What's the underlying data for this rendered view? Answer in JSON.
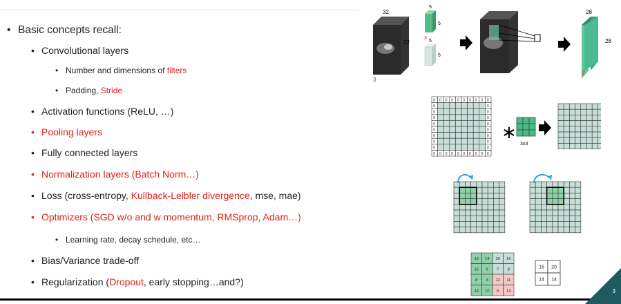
{
  "bullets": {
    "basic": "Basic concepts recall:",
    "conv": "Convolutional layers",
    "filters_prefix": "Number and dimensions of ",
    "filters_red": "filters",
    "padding_prefix": "Padding, ",
    "padding_red": "Stride",
    "activation": "Activation functions (ReLU, …)",
    "pooling": "Pooling layers",
    "fully": "Fully connected layers",
    "norm": "Normalization layers (Batch Norm…)",
    "loss_a": "Loss (cross-entropy, ",
    "loss_red": "Kullback-Leibler divergence",
    "loss_b": ", mse, mae)",
    "optim": "Optimizers (SGD w/o and w momentum, RMSprop, Adam…)",
    "lr": "Learning rate, decay schedule, etc…",
    "bias": "Bias/Variance trade-off",
    "reg_a": "Regularization (",
    "reg_red": "Dropout",
    "reg_b": ", early stopping…and?)"
  },
  "conv_diagram": {
    "input_w": "32",
    "input_h": "32",
    "input_d": "3",
    "filter_a": "5",
    "filter_b": "5",
    "filter_c": "5",
    "filter_d": "3",
    "out_w": "28",
    "out_h": "28",
    "out_d": "2"
  },
  "padding_diagram": {
    "zero": "0",
    "kernel_label": "3x3",
    "operator": "∗"
  },
  "pooling_example": {
    "input": [
      [
        "15",
        "14",
        "20",
        "16"
      ],
      [
        "16",
        "6",
        "7",
        "8"
      ],
      [
        "8",
        "3",
        "12",
        "11"
      ],
      [
        "14",
        "10",
        "5",
        "14"
      ]
    ],
    "output": [
      [
        "16",
        "20"
      ],
      [
        "14",
        "14"
      ]
    ]
  },
  "page_number": "3",
  "colors": {
    "red": "#e0201b",
    "grid_fill": "#c7dfd8",
    "green": "#4db88a",
    "corner": "#1f5a60"
  }
}
